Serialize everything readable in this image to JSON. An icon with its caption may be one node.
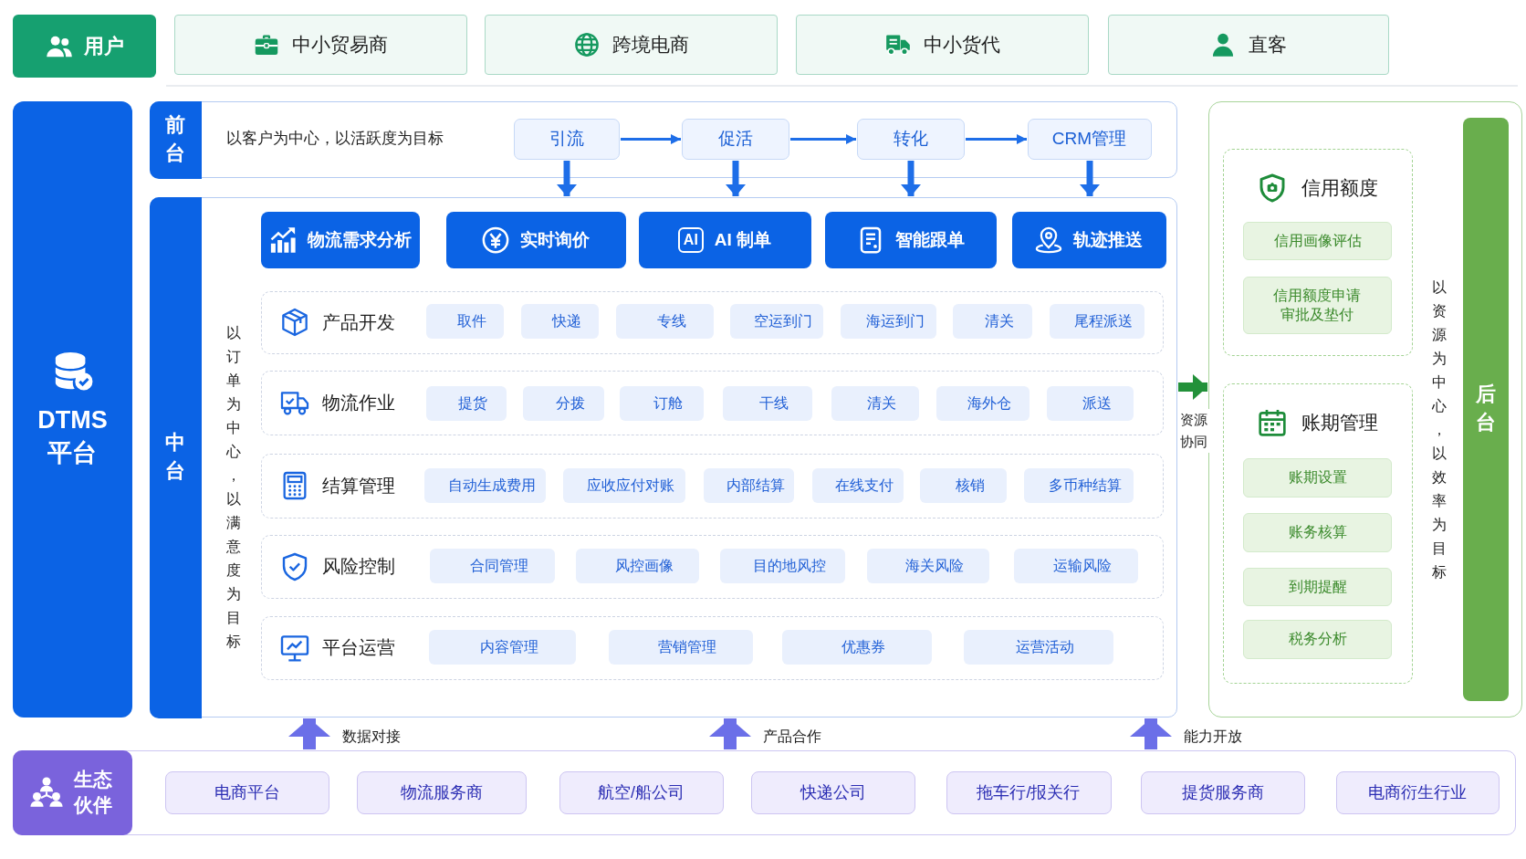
{
  "diagram": {
    "nodes": [
      {
        "text": [
          "用户"
        ]
      },
      {
        "text": [
          "中小贸易商"
        ]
      },
      {
        "text": [
          "跨境电商"
        ]
      },
      {
        "text": [
          "中小货代"
        ]
      },
      {
        "text": [
          "直客"
        ]
      },
      {
        "text": [
          "DTMS 平台"
        ]
      },
      {
        "text": [
          "前台",
          "以客户为中心，以活跃度为目标"
        ]
      },
      {
        "text": [
          "引流"
        ],
        "in": 6
      },
      {
        "text": [
          "促活"
        ],
        "in": 6
      },
      {
        "text": [
          "转化"
        ],
        "in": 6
      },
      {
        "text": [
          "CRM管理"
        ],
        "in": 6
      },
      {
        "text": [
          "中台",
          "以订单为中心，以满意度为目标"
        ]
      },
      {
        "text": [
          "物流需求分析"
        ],
        "in": 11
      },
      {
        "text": [
          "实时询价"
        ],
        "in": 11
      },
      {
        "text": [
          "AI",
          "AI 制单"
        ],
        "in": 11
      },
      {
        "text": [
          "智能跟单"
        ],
        "in": 11
      },
      {
        "text": [
          "轨迹推送"
        ],
        "in": 11
      },
      {
        "text": [
          "产品开发"
        ],
        "in": 11
      },
      {
        "text": [
          "取件"
        ],
        "in": 17
      },
      {
        "text": [
          "快递"
        ],
        "in": 17
      },
      {
        "text": [
          "专线"
        ],
        "in": 17
      },
      {
        "text": [
          "空运到门"
        ],
        "in": 17
      },
      {
        "text": [
          "海运到门"
        ],
        "in": 17
      },
      {
        "text": [
          "清关"
        ],
        "in": 17
      },
      {
        "text": [
          "尾程派送"
        ],
        "in": 17
      },
      {
        "text": [
          "物流作业"
        ],
        "in": 11
      },
      {
        "text": [
          "提货"
        ],
        "in": 25
      },
      {
        "text": [
          "分拨"
        ],
        "in": 25
      },
      {
        "text": [
          "订舱"
        ],
        "in": 25
      },
      {
        "text": [
          "干线"
        ],
        "in": 25
      },
      {
        "text": [
          "清关"
        ],
        "in": 25
      },
      {
        "text": [
          "海外仓"
        ],
        "in": 25
      },
      {
        "text": [
          "派送"
        ],
        "in": 25
      },
      {
        "text": [
          "结算管理"
        ],
        "in": 11
      },
      {
        "text": [
          "自动生成费用"
        ],
        "in": 33
      },
      {
        "text": [
          "应收应付对账"
        ],
        "in": 33
      },
      {
        "text": [
          "内部结算"
        ],
        "in": 33
      },
      {
        "text": [
          "在线支付"
        ],
        "in": 33
      },
      {
        "text": [
          "核销"
        ],
        "in": 33
      },
      {
        "text": [
          "多币种结算"
        ],
        "in": 33
      },
      {
        "text": [
          "风险控制"
        ],
        "in": 11
      },
      {
        "text": [
          "合同管理"
        ],
        "in": 40
      },
      {
        "text": [
          "风控画像"
        ],
        "in": 40
      },
      {
        "text": [
          "目的地风控"
        ],
        "in": 40
      },
      {
        "text": [
          "海关风险"
        ],
        "in": 40
      },
      {
        "text": [
          "运输风险"
        ],
        "in": 40
      },
      {
        "text": [
          "平台运营"
        ],
        "in": 11
      },
      {
        "text": [
          "内容管理"
        ],
        "in": 46
      },
      {
        "text": [
          "营销管理"
        ],
        "in": 46
      },
      {
        "text": [
          "优惠券"
        ],
        "in": 46
      },
      {
        "text": [
          "运营活动"
        ],
        "in": 46
      },
      {
        "text": [
          "以资源为中心，以效率为目标",
          "后台"
        ]
      },
      {
        "text": [
          "信用额度"
        ],
        "in": 51
      },
      {
        "text": [
          "信用画像评估"
        ],
        "in": 52
      },
      {
        "text": [
          "信用额度申请审批及垫付"
        ],
        "in": 52
      },
      {
        "text": [
          "账期管理"
        ],
        "in": 51
      },
      {
        "text": [
          "账期设置"
        ],
        "in": 55
      },
      {
        "text": [
          "账务核算"
        ],
        "in": 55
      },
      {
        "text": [
          "到期提醒"
        ],
        "in": 55
      },
      {
        "text": [
          "税务分析"
        ],
        "in": 55
      },
      {
        "text": [
          "生态伙伴"
        ]
      },
      {
        "text": [
          "电商平台"
        ],
        "in": 60
      },
      {
        "text": [
          "物流服务商"
        ],
        "in": 60
      },
      {
        "text": [
          "航空/船公司"
        ],
        "in": 60
      },
      {
        "text": [
          "快递公司"
        ],
        "in": 60
      },
      {
        "text": [
          "拖车行/报关行"
        ],
        "in": 60
      },
      {
        "text": [
          "提货服务商"
        ],
        "in": 60
      },
      {
        "text": [
          "电商衍生行业"
        ],
        "in": 60
      }
    ],
    "edges": [
      {
        "from": 7,
        "to": 8,
        "arrow": "to"
      },
      {
        "from": 8,
        "to": 9,
        "arrow": "to"
      },
      {
        "from": 9,
        "to": 10,
        "arrow": "to"
      },
      {
        "from": 7,
        "to": 11,
        "arrow": "to"
      },
      {
        "from": 8,
        "to": 11,
        "arrow": "to"
      },
      {
        "from": 9,
        "to": 11,
        "arrow": "to"
      },
      {
        "from": 10,
        "to": 11,
        "arrow": "to"
      },
      {
        "from": 11,
        "to": 51,
        "arrow": "to",
        "label": "资源协同",
        "color": "#23913a"
      },
      {
        "from": 60,
        "to": 11,
        "arrow": "to",
        "label": "数据对接",
        "style": "thick",
        "color": "#6b6fe8"
      },
      {
        "from": 60,
        "to": 11,
        "arrow": "to",
        "label": "产品合作",
        "style": "thick",
        "color": "#6b6fe8"
      },
      {
        "from": 60,
        "to": 11,
        "arrow": "to",
        "label": "能力开放",
        "style": "thick",
        "color": "#6b6fe8"
      }
    ]
  }
}
